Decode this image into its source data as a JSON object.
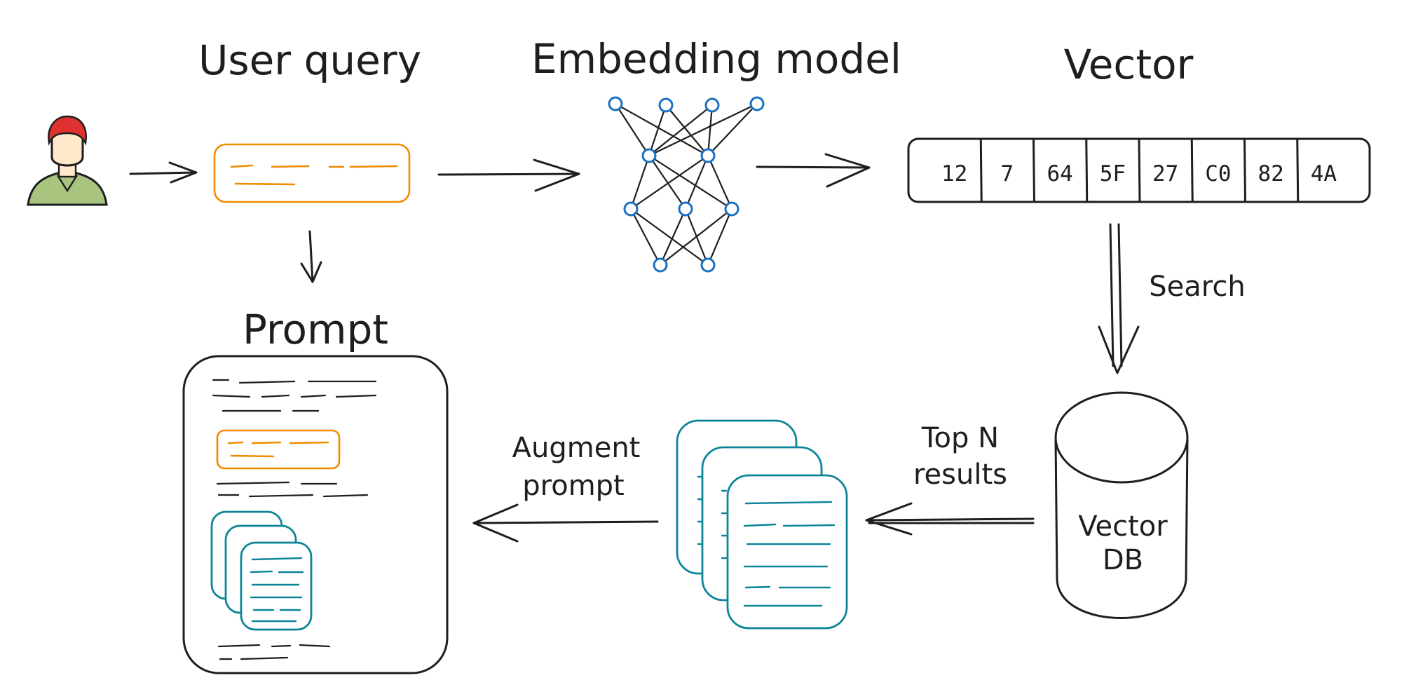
{
  "labels": {
    "user_query": "User query",
    "embedding_model": "Embedding model",
    "vector": "Vector",
    "prompt": "Prompt",
    "search": "Search",
    "top_n_line1": "Top N",
    "top_n_line2": "results",
    "augment_line1": "Augment",
    "augment_line2": "prompt",
    "vector_db_line1": "Vector",
    "vector_db_line2": "DB"
  },
  "vector_cells": [
    "12",
    "7",
    "64",
    "5F",
    "27",
    "C0",
    "82",
    "4A"
  ],
  "icons": [
    "user-avatar-icon",
    "neural-network-icon",
    "documents-stack-icon",
    "database-cylinder-icon"
  ],
  "colors": {
    "ink": "#1e1e1e",
    "query_orange": "#f08c00",
    "document_teal": "#0c8599",
    "node_blue": "#1971c2",
    "avatar_hair": "#e03131",
    "avatar_skin": "#ffe8cc",
    "avatar_shirt": "#a9c47f"
  }
}
